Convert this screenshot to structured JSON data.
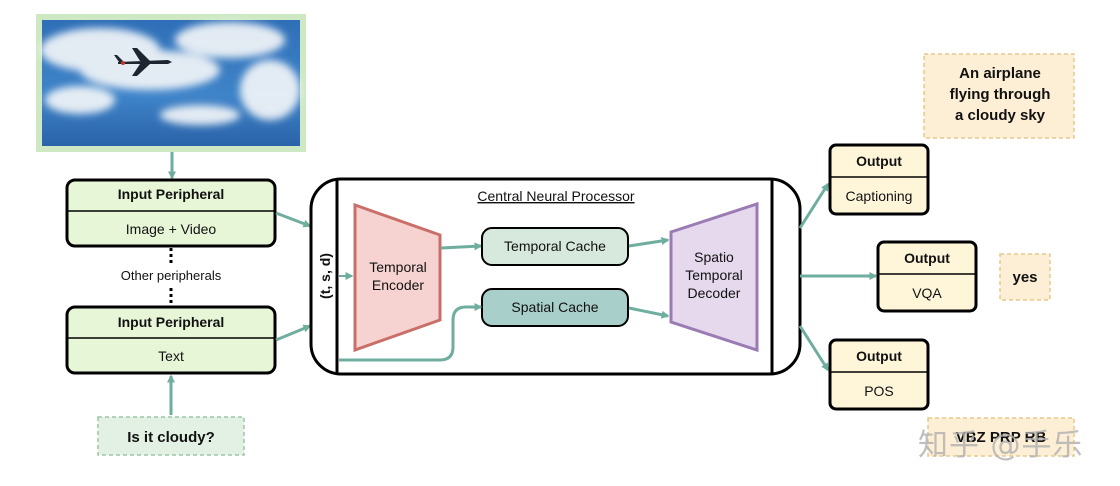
{
  "input_image": {
    "description": "airplane-in-cloudy-sky-photo"
  },
  "peripheral_image": {
    "title": "Input Peripheral",
    "subtitle": "Image + Video"
  },
  "other_peripherals": "Other peripherals",
  "peripheral_text": {
    "title": "Input Peripheral",
    "subtitle": "Text"
  },
  "question": "Is it cloudy?",
  "processor": {
    "title": "Central Neural Processor",
    "tsd_label": "(t, s, d)",
    "encoder": [
      "Temporal",
      "Encoder"
    ],
    "temporal_cache": "Temporal Cache",
    "spatial_cache": "Spatial Cache",
    "decoder": [
      "Spatio",
      "Temporal",
      "Decoder"
    ]
  },
  "outputs": [
    {
      "title": "Output",
      "task": "Captioning"
    },
    {
      "title": "Output",
      "task": "VQA"
    },
    {
      "title": "Output",
      "task": "POS"
    }
  ],
  "results": {
    "caption": [
      "An airplane",
      "flying through",
      "a cloudy sky"
    ],
    "vqa": "yes",
    "pos": "VBZ PRP RB"
  },
  "watermark": "知乎 @手乐",
  "colors": {
    "arrow": "#6fae9f",
    "encoder_fill": "#f6d3d0",
    "encoder_stroke": "#c96e68",
    "decoder_fill": "#e6d9ee",
    "decoder_stroke": "#9b7bb4",
    "temporal_cache": "#d7e8dc",
    "spatial_cache": "#a9cfca",
    "peripheral_fill": "#e8f6d8",
    "output_fill": "#fff6da",
    "result_fill": "#fdefd5",
    "question_fill": "#e3f1e4"
  }
}
